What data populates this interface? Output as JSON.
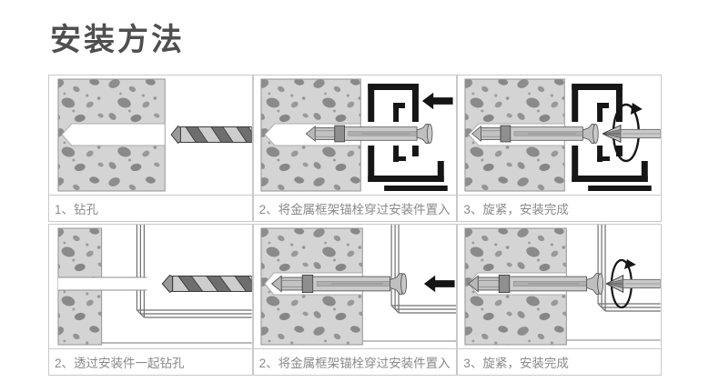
{
  "page": {
    "title": "安装方法",
    "background": "#ffffff"
  },
  "colors": {
    "title_text": "#4f4f4f",
    "caption_text": "#8a8a8a",
    "panel_border": "#c9c9c9",
    "concrete_fill": "#d4d4d4",
    "concrete_speckle": "#8d8d8d",
    "metal_light": "#cdcdcd",
    "metal_dark": "#6e6e6e",
    "frame_black": "#161616",
    "arrow_black": "#141414"
  },
  "steps": [
    {
      "caption": "1、钻孔",
      "icons": [
        "concrete-block",
        "drill-hole",
        "drill-bit-icon"
      ]
    },
    {
      "caption": "2、将金属框架锚栓穿过安装件置入",
      "icons": [
        "concrete-block",
        "metal-frame-profile-icon",
        "anchor-bolt-icon",
        "arrow-left-icon"
      ]
    },
    {
      "caption": "3、旋紧，安装完成",
      "icons": [
        "concrete-block",
        "metal-frame-profile-icon",
        "anchor-bolt-icon",
        "rotate-arrow-icon",
        "screwdriver-phillips-icon"
      ]
    },
    {
      "caption": "2、透过安装件一起钻孔",
      "icons": [
        "concrete-block",
        "window-frame-corner",
        "drill-hole",
        "drill-bit-icon"
      ]
    },
    {
      "caption": "2、将金属框架锚栓穿过安装件置入",
      "icons": [
        "concrete-block",
        "window-frame-corner",
        "anchor-bolt-icon",
        "arrow-left-icon"
      ]
    },
    {
      "caption": "3、旋紧，安装完成",
      "icons": [
        "concrete-block",
        "window-frame-corner",
        "anchor-bolt-icon",
        "rotate-arrow-icon",
        "screwdriver-phillips-icon"
      ]
    }
  ]
}
